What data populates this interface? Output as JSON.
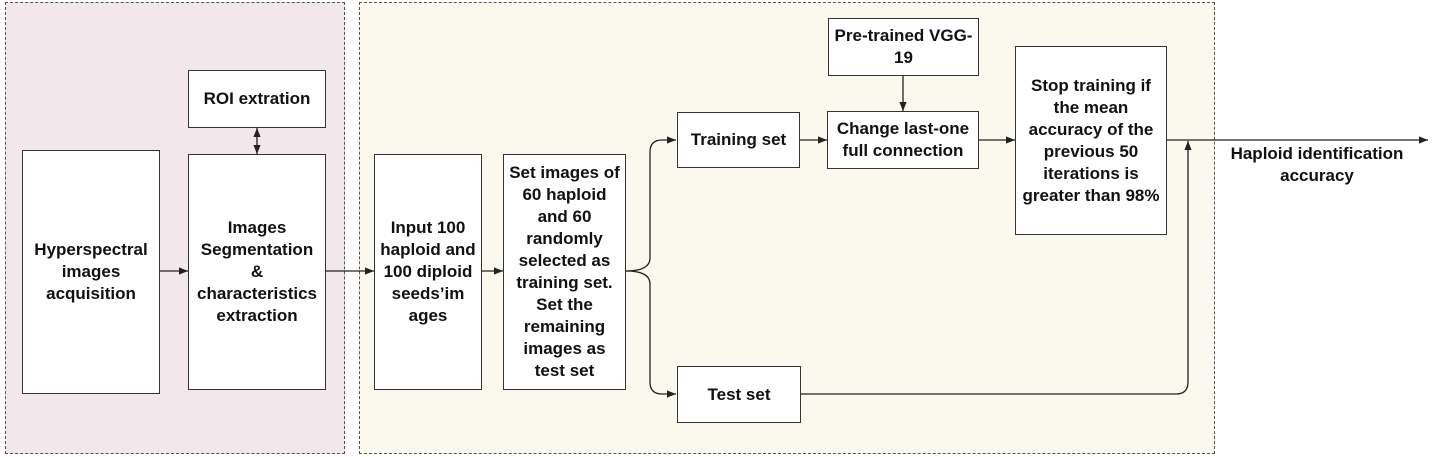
{
  "regions": {
    "preprocessing_color": "#f2e7ea",
    "training_color": "#fbf8ee"
  },
  "nodes": {
    "hyperspectral": "Hyperspectral images acquisition",
    "segmentation": "Images Segmentation & characteristics extraction",
    "roi": "ROI extration",
    "input": "Input 100 haploid and 100 diploid seeds’im ages",
    "split": "Set images of 60 haploid and 60 randomly selected as training set. Set the remaining images as test set",
    "training_set": "Training set",
    "test_set": "Test set",
    "pretrained": "Pre-trained VGG-19",
    "change": "Change last-one full connection",
    "stop": "Stop training if the mean accuracy of the previous 50 iterations is greater than 98%",
    "output": "Haploid identification accuracy"
  }
}
